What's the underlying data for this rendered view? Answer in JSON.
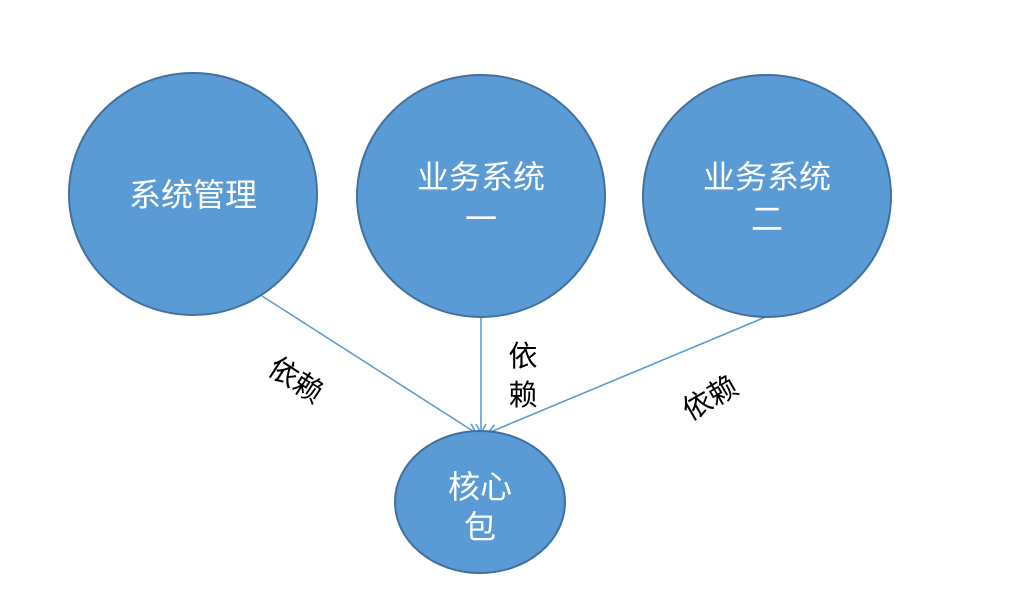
{
  "diagram": {
    "nodes": {
      "system_management": {
        "lines": [
          "系统管理"
        ]
      },
      "business_one": {
        "lines": [
          "业务系统",
          "一"
        ]
      },
      "business_two": {
        "lines": [
          "业务系统",
          "二"
        ]
      },
      "core_package": {
        "lines": [
          "核心",
          "包"
        ]
      }
    },
    "edges": {
      "left": {
        "label": "依赖"
      },
      "middle": {
        "label_lines": [
          "依",
          "赖"
        ]
      },
      "right": {
        "label": "依赖"
      }
    }
  },
  "colors": {
    "node_fill": "#5b9bd5",
    "node_stroke": "#41719c",
    "edge": "#5b9bd5",
    "node_text": "#ffffff",
    "edge_text": "#000000"
  }
}
